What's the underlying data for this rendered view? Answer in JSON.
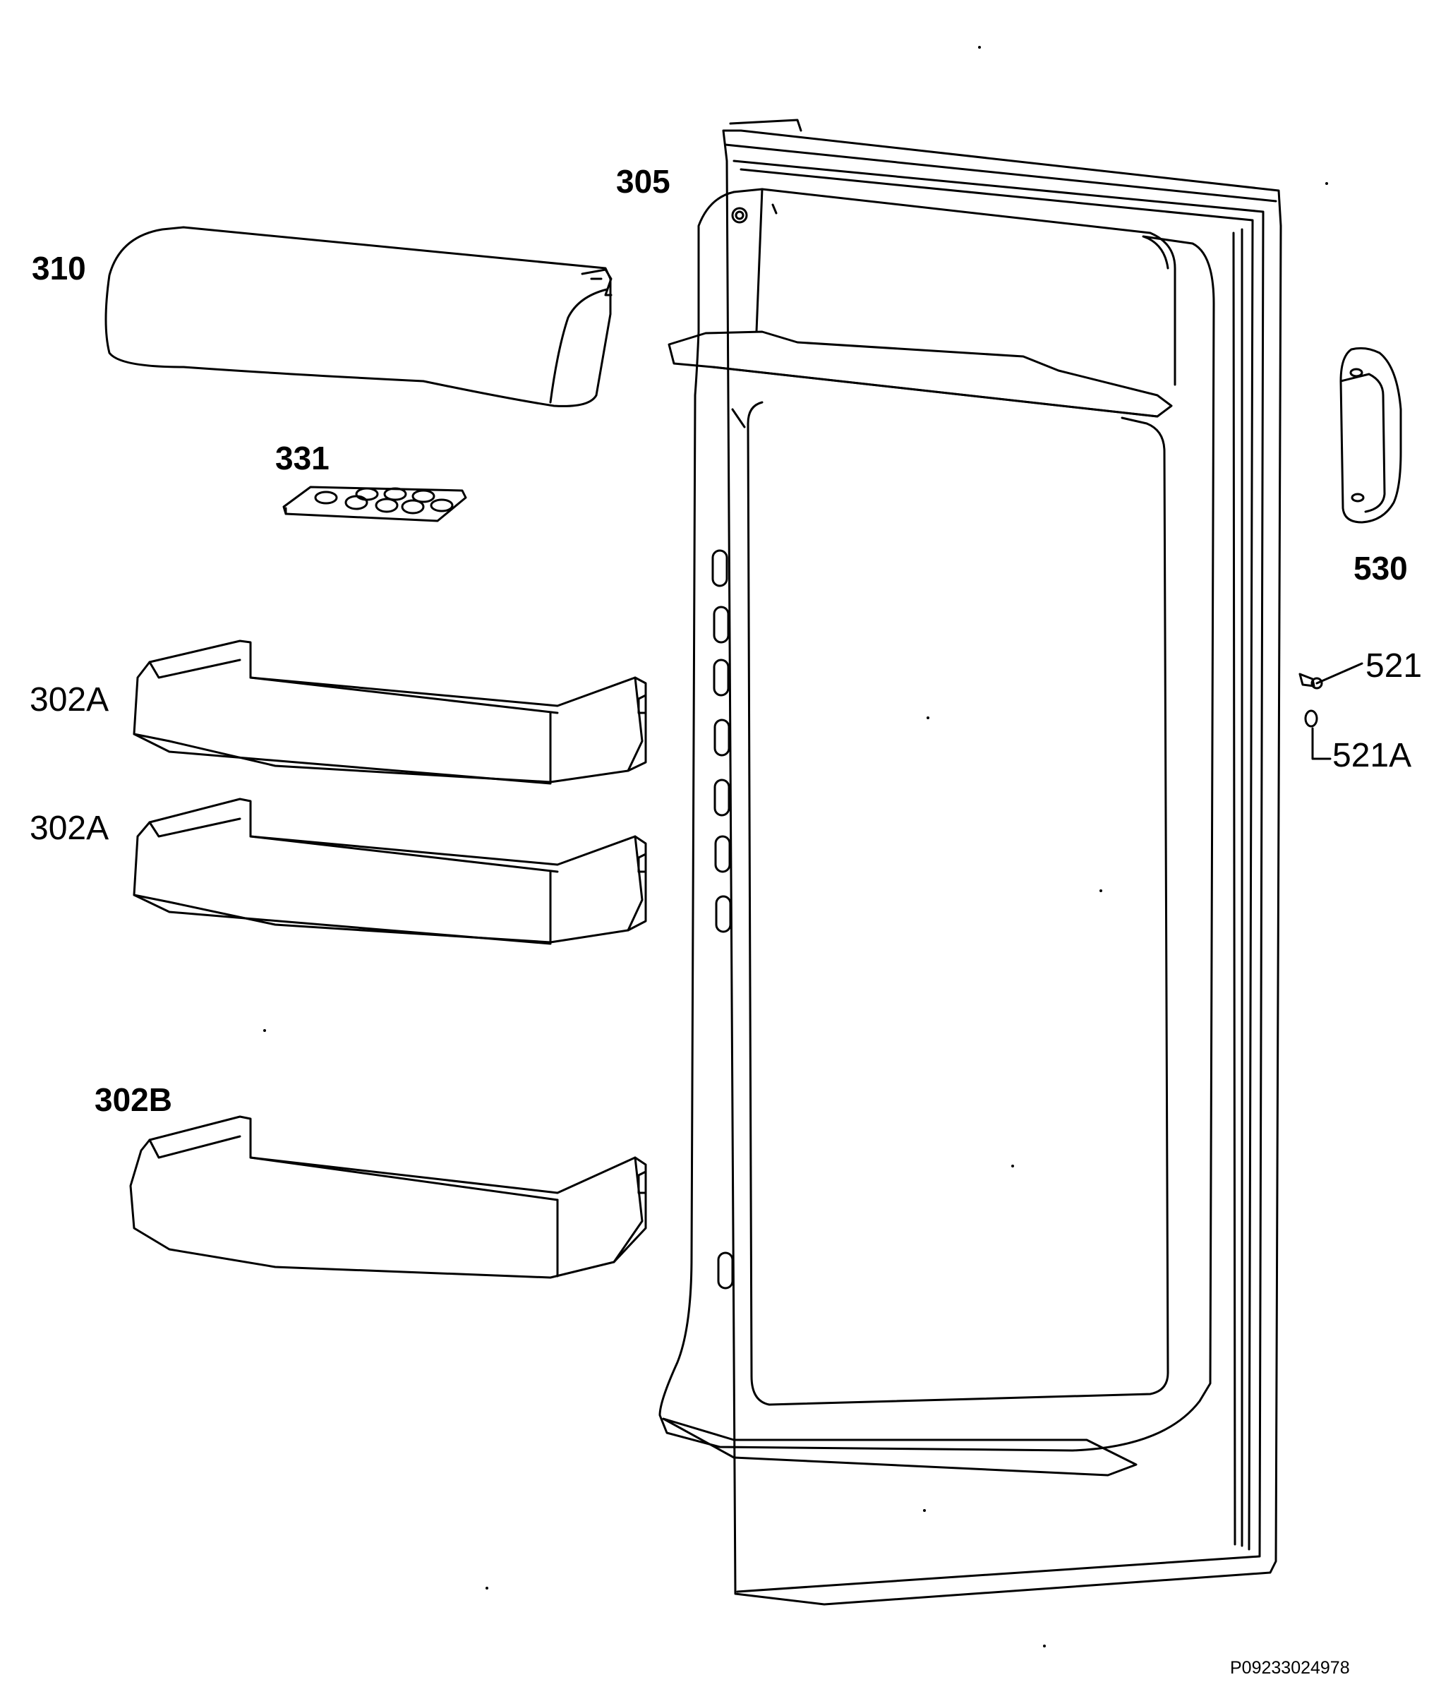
{
  "labels": {
    "p305": "305",
    "p310": "310",
    "p331": "331",
    "p302a_1": "302A",
    "p302a_2": "302A",
    "p302b": "302B",
    "p530": "530",
    "p521": "521",
    "p521a": "521A"
  },
  "footer": {
    "reference": "P09233024978"
  },
  "colors": {
    "line": "#000000",
    "background": "#ffffff"
  }
}
